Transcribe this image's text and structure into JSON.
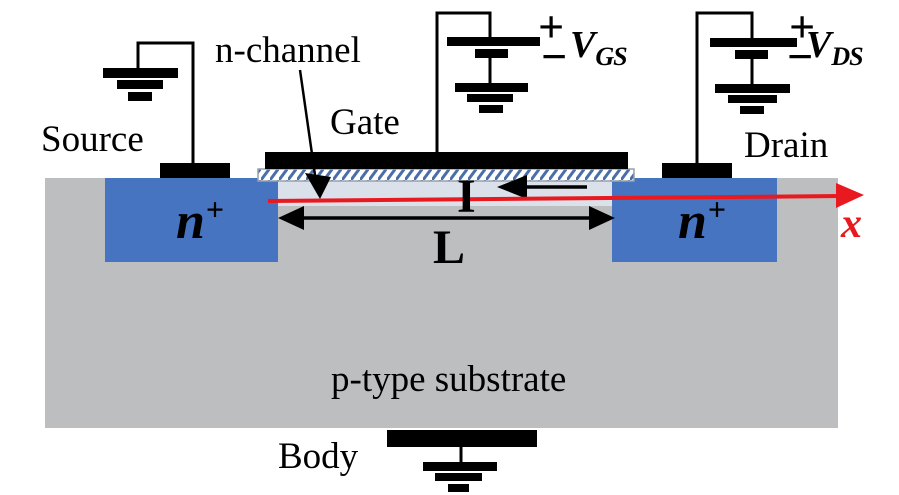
{
  "figure": "n-channel MOSFET cross-section with bias circuits",
  "labels": {
    "n_channel": "n-channel",
    "gate": "Gate",
    "source": "Source",
    "drain": "Drain",
    "n_base": "n",
    "n_sup": "+",
    "current": "I",
    "channel_length": "L",
    "substrate": "p-type substrate",
    "body": "Body",
    "v_base": "V",
    "vgs_sub": "GS",
    "vds_sub": "DS",
    "plus": "+",
    "minus": "−",
    "x_axis": "x"
  },
  "colors": {
    "n_plus_region": "#4674c1",
    "substrate": "#bdbec0",
    "channel": "#dbe1ea",
    "oxide_hatch": "#4a6fa8",
    "oxide_border": "#98a0aa",
    "axis_red": "#e8191f",
    "conductor": "#000000"
  }
}
